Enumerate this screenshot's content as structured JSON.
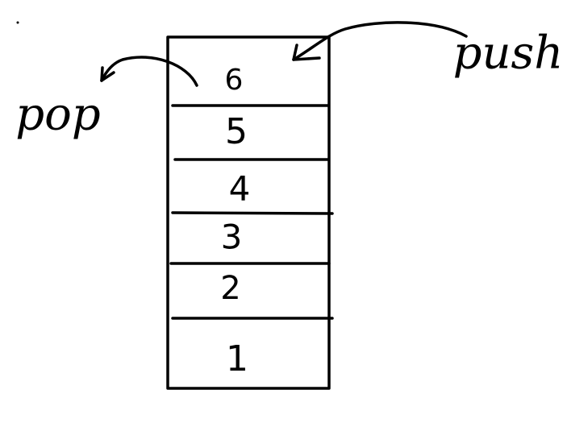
{
  "diagram": {
    "labels": {
      "pop": "pop",
      "push": "push"
    },
    "stack_items": [
      "6",
      "5",
      "4",
      "3",
      "2",
      "1"
    ]
  }
}
